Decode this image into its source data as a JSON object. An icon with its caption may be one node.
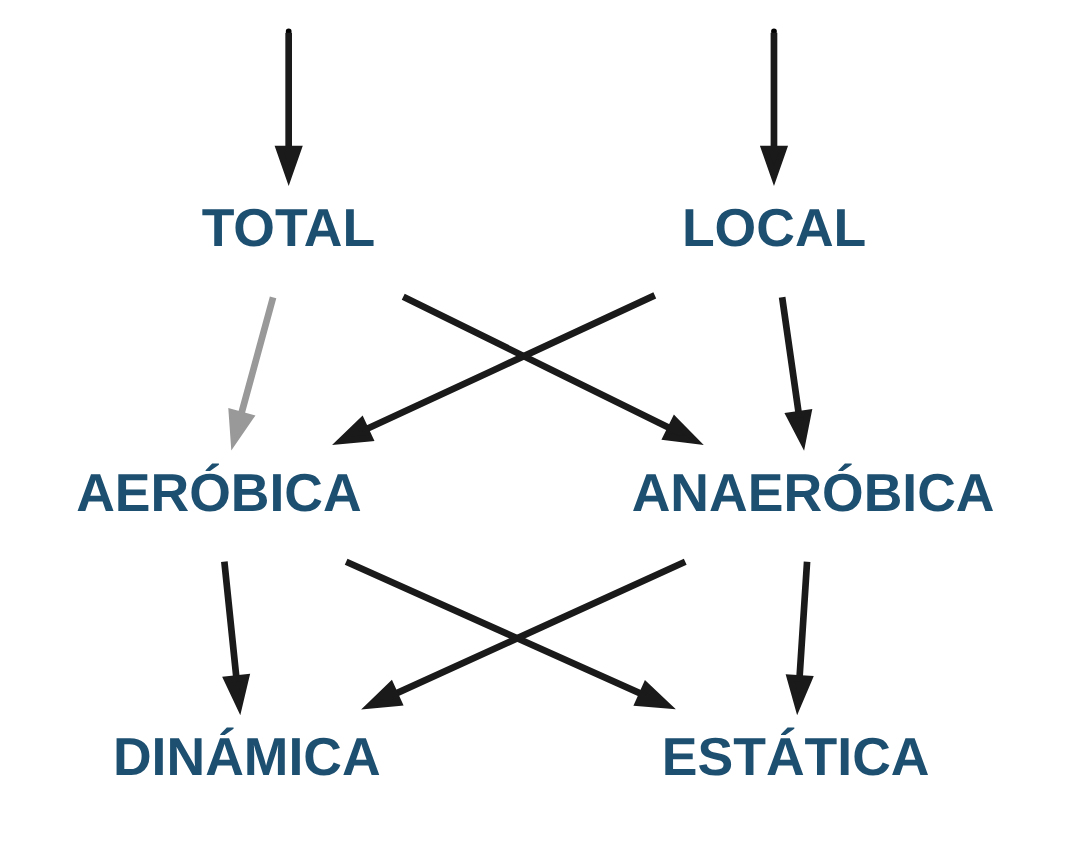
{
  "diagram": {
    "nodes": [
      {
        "text": [
          "TOTAL"
        ]
      },
      {
        "text": [
          "LOCAL"
        ]
      },
      {
        "text": [
          "AERÓBICA"
        ]
      },
      {
        "text": [
          "ANAERÓBICA"
        ]
      },
      {
        "text": [
          "DINÁMICA"
        ]
      },
      {
        "text": [
          "ESTÁTICA"
        ]
      }
    ],
    "edges": [
      {
        "from": null,
        "to": 0,
        "arrow": "to"
      },
      {
        "from": null,
        "to": 1,
        "arrow": "to"
      },
      {
        "from": 0,
        "to": 2,
        "arrow": "to",
        "color": "#999999"
      },
      {
        "from": 0,
        "to": 3,
        "arrow": "to"
      },
      {
        "from": 1,
        "to": 2,
        "arrow": "to"
      },
      {
        "from": 1,
        "to": 3,
        "arrow": "to"
      },
      {
        "from": 2,
        "to": 4,
        "arrow": "to"
      },
      {
        "from": 2,
        "to": 5,
        "arrow": "to"
      },
      {
        "from": 3,
        "to": 4,
        "arrow": "to"
      },
      {
        "from": 3,
        "to": 5,
        "arrow": "to"
      }
    ]
  }
}
